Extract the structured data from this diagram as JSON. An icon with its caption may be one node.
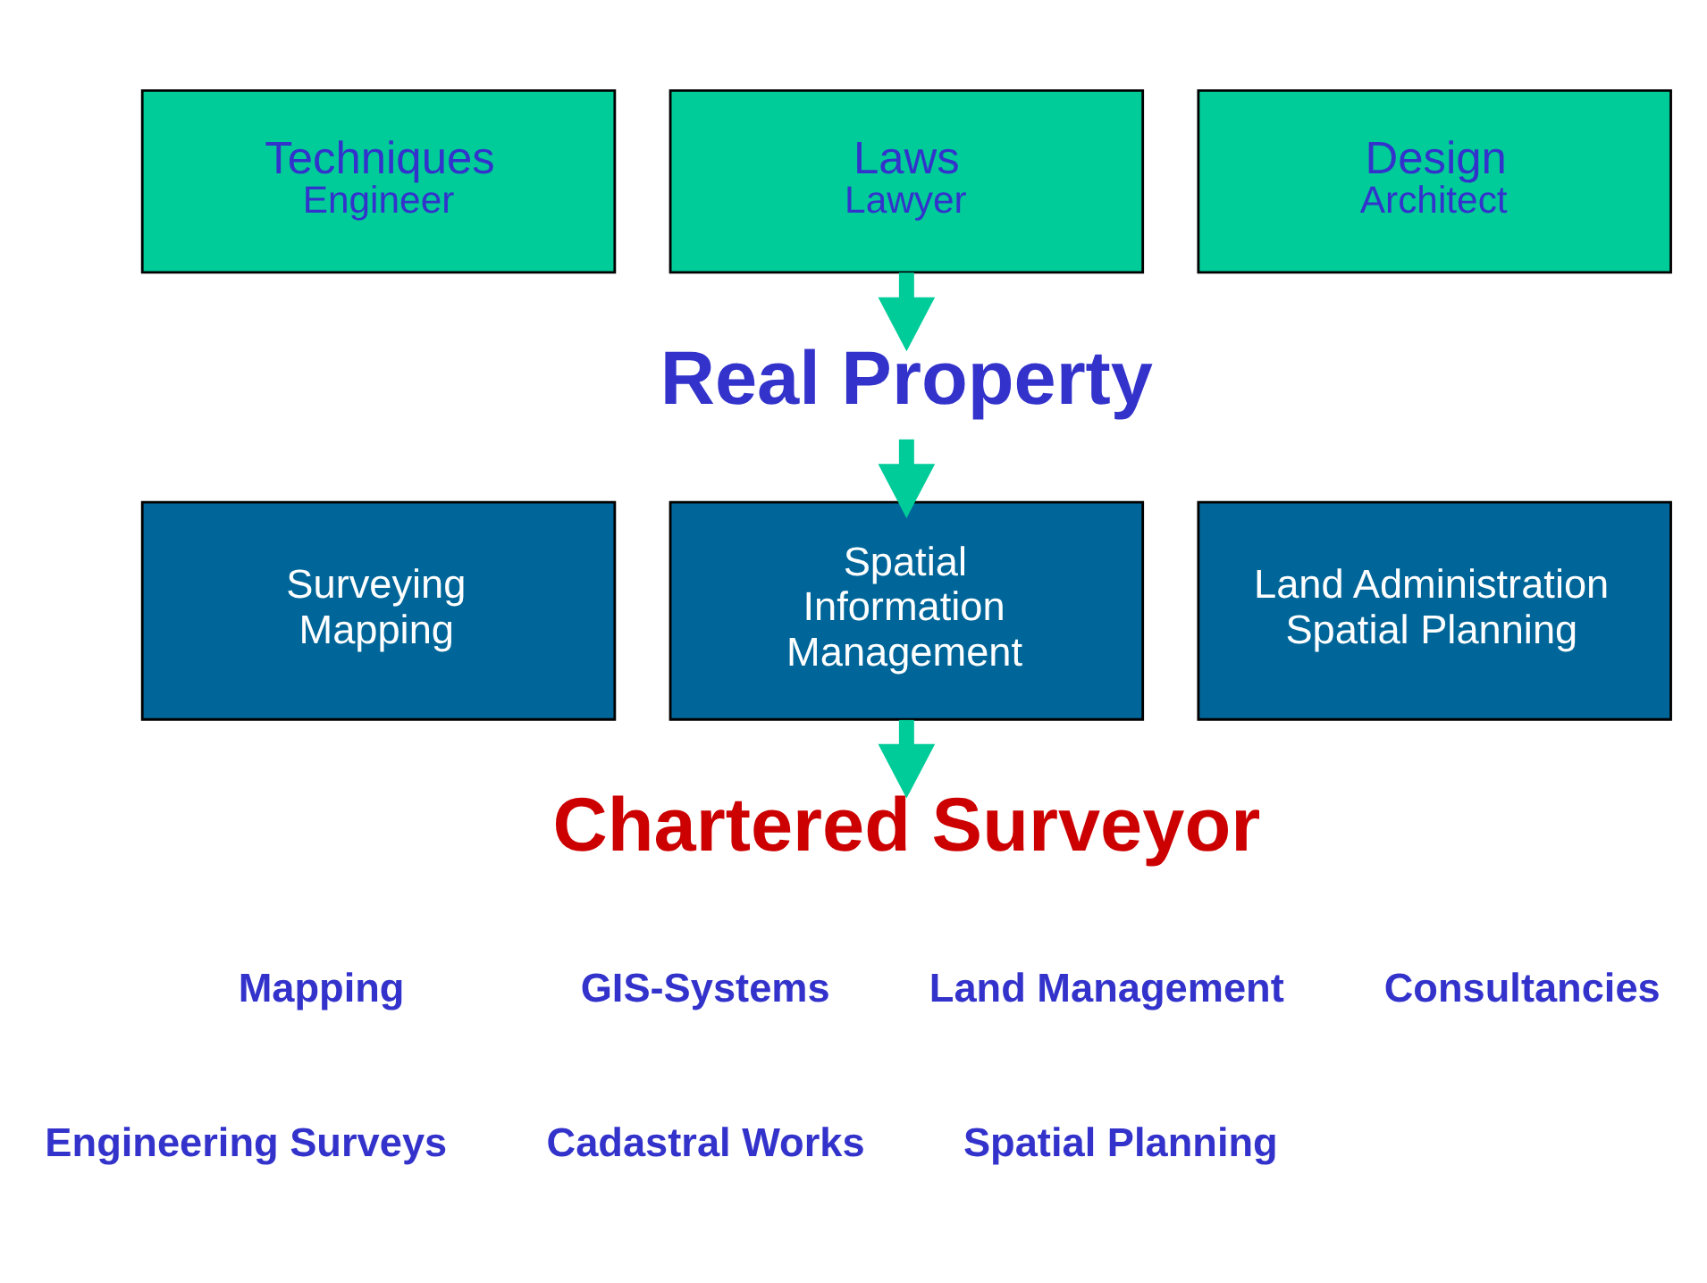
{
  "diagram": {
    "nodes": [
      {
        "text": [
          "Techniques",
          "Engineer"
        ]
      },
      {
        "text": [
          "Laws",
          "Lawyer"
        ]
      },
      {
        "text": [
          "Design",
          "Architect"
        ]
      },
      {
        "text": [
          "Real Property"
        ]
      },
      {
        "text": [
          "Surveying",
          "Mapping"
        ]
      },
      {
        "text": [
          "Spatial Information Management"
        ]
      },
      {
        "text": [
          "Land Administration",
          "Spatial Planning"
        ]
      },
      {
        "text": [
          "Chartered Surveyor"
        ]
      }
    ],
    "edges": [
      {
        "from": 1,
        "to": 3,
        "arrow": "to"
      },
      {
        "from": 3,
        "to": 5,
        "arrow": "to"
      },
      {
        "from": 5,
        "to": 7,
        "arrow": "to"
      }
    ],
    "labels": [
      "Mapping",
      "GIS-Systems",
      "Land Management",
      "Consultancies",
      "Engineering Surveys",
      "Cadastral Works",
      "Spatial Planning"
    ]
  }
}
